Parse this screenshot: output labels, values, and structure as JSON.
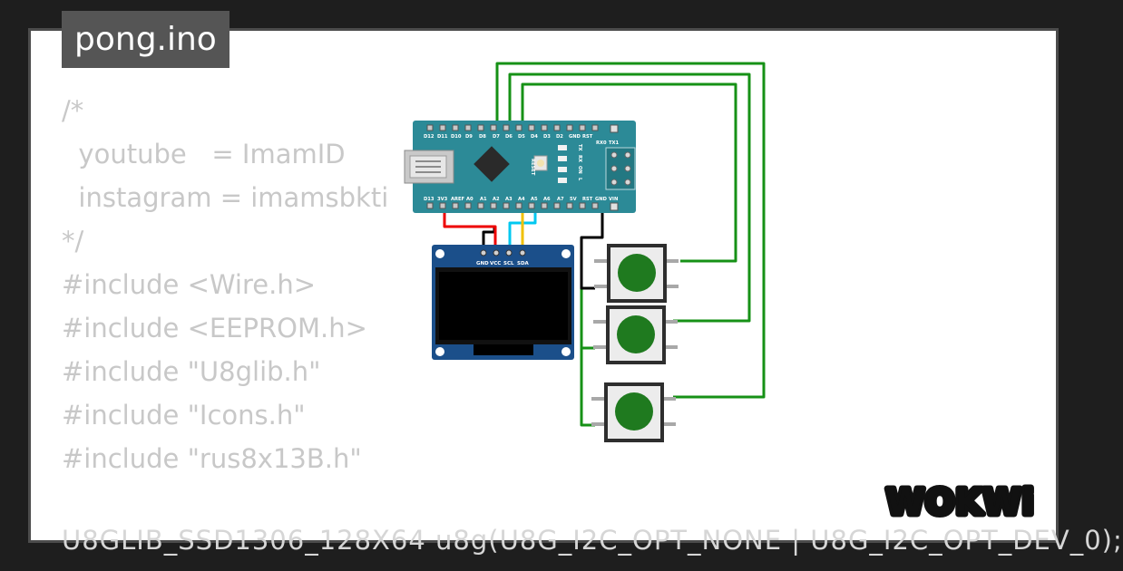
{
  "window": {
    "title": "pong.ino"
  },
  "code_lines": [
    "/*",
    "  youtube   = ImamID",
    "  instagram = imamsbkti",
    "*/",
    "#include <Wire.h>",
    "#include <EEPROM.h>",
    "#include \"U8glib.h\"",
    "#include \"Icons.h\"",
    "#include \"rus8x13B.h\""
  ],
  "code_cutoff_line": "U8GLIB_SSD1306_128X64 u8g(U8G_I2C_OPT_NONE | U8G_I2C_OPT_DEV_0);",
  "arduino": {
    "top_pins": [
      "D12",
      "D11",
      "D10",
      "D9",
      "D8",
      "D7",
      "D6",
      "D5",
      "D4",
      "D3",
      "D2",
      "GND",
      "RST",
      "RX0",
      "TX1"
    ],
    "bottom_pins": [
      "D13",
      "3V3",
      "AREF",
      "A0",
      "A1",
      "A2",
      "A3",
      "A4",
      "A5",
      "A6",
      "A7",
      "5V",
      "RST",
      "GND",
      "VIN"
    ],
    "leds": [
      "TX",
      "RX",
      "ON",
      "L"
    ],
    "reset_label": "RESET"
  },
  "oled": {
    "pins": [
      "GND",
      "VCC",
      "SCL",
      "SDA"
    ]
  },
  "wires": {
    "colors": {
      "gnd": "#000000",
      "vcc": "#ee0000",
      "scl": "#00c8f0",
      "sda": "#f0c000",
      "signal": "#169116"
    }
  },
  "brand": {
    "logo_text": "WOKWi"
  },
  "colors": {
    "board": "#2c8a97",
    "button_cap": "#1f7a1f",
    "background": "#1e1e1e",
    "tab": "#555555",
    "code": "#c8c8c8"
  }
}
